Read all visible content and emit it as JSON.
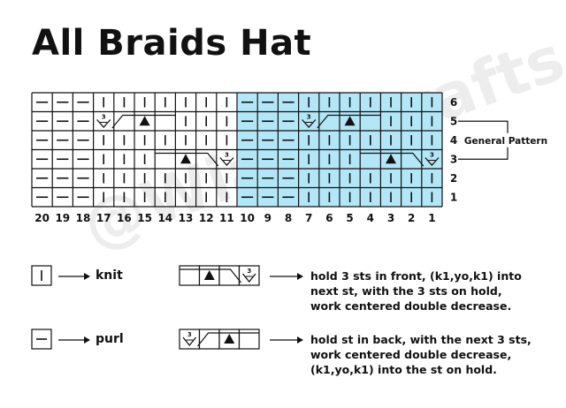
{
  "title": "All Braids Hat",
  "watermark": "@WiamsCrafts",
  "colors": {
    "highlight": "#b3e6f7",
    "stroke": "#111111"
  },
  "chart": {
    "col_numbers": [
      "20",
      "19",
      "18",
      "17",
      "16",
      "15",
      "14",
      "13",
      "12",
      "11",
      "10",
      "9",
      "8",
      "7",
      "6",
      "5",
      "4",
      "3",
      "2",
      "1"
    ],
    "row_numbers": [
      "6",
      "5",
      "4",
      "3",
      "2",
      "1"
    ],
    "highlight_from_col": 10,
    "general_pattern_label": "General Pattern",
    "rows": [
      [
        "p",
        "p",
        "p",
        "k",
        "k",
        "k",
        "k",
        "k",
        "k",
        "k",
        "p",
        "p",
        "p",
        "k",
        "k",
        "k",
        "k",
        "k",
        "k",
        "k"
      ],
      [
        "p",
        "p",
        "p",
        "L",
        "x",
        "T",
        "x",
        "k",
        "k",
        "k",
        "p",
        "p",
        "p",
        "L",
        "x",
        "T",
        "x",
        "k",
        "k",
        "k"
      ],
      [
        "p",
        "p",
        "p",
        "k",
        "k",
        "k",
        "k",
        "k",
        "k",
        "k",
        "p",
        "p",
        "p",
        "k",
        "k",
        "k",
        "k",
        "k",
        "k",
        "k"
      ],
      [
        "p",
        "p",
        "p",
        "k",
        "k",
        "k",
        "x",
        "T",
        "x",
        "R",
        "p",
        "p",
        "p",
        "k",
        "k",
        "k",
        "x",
        "T",
        "x",
        "R"
      ],
      [
        "p",
        "p",
        "p",
        "k",
        "k",
        "k",
        "k",
        "k",
        "k",
        "k",
        "p",
        "p",
        "p",
        "k",
        "k",
        "k",
        "k",
        "k",
        "k",
        "k"
      ],
      [
        "p",
        "p",
        "p",
        "k",
        "k",
        "k",
        "k",
        "k",
        "k",
        "k",
        "p",
        "p",
        "p",
        "k",
        "k",
        "k",
        "k",
        "k",
        "k",
        "k"
      ]
    ]
  },
  "legend": {
    "knit_label": "knit",
    "purl_label": "purl",
    "cable_right_text": [
      "hold 3 sts in front, (k1,yo,k1) into",
      "next st, with the 3 sts on hold,",
      "work centered double decrease."
    ],
    "cable_left_text": [
      "hold st in back, with the next 3 sts,",
      "work centered double decrease,",
      "(k1,yo,k1) into the st on hold."
    ]
  }
}
